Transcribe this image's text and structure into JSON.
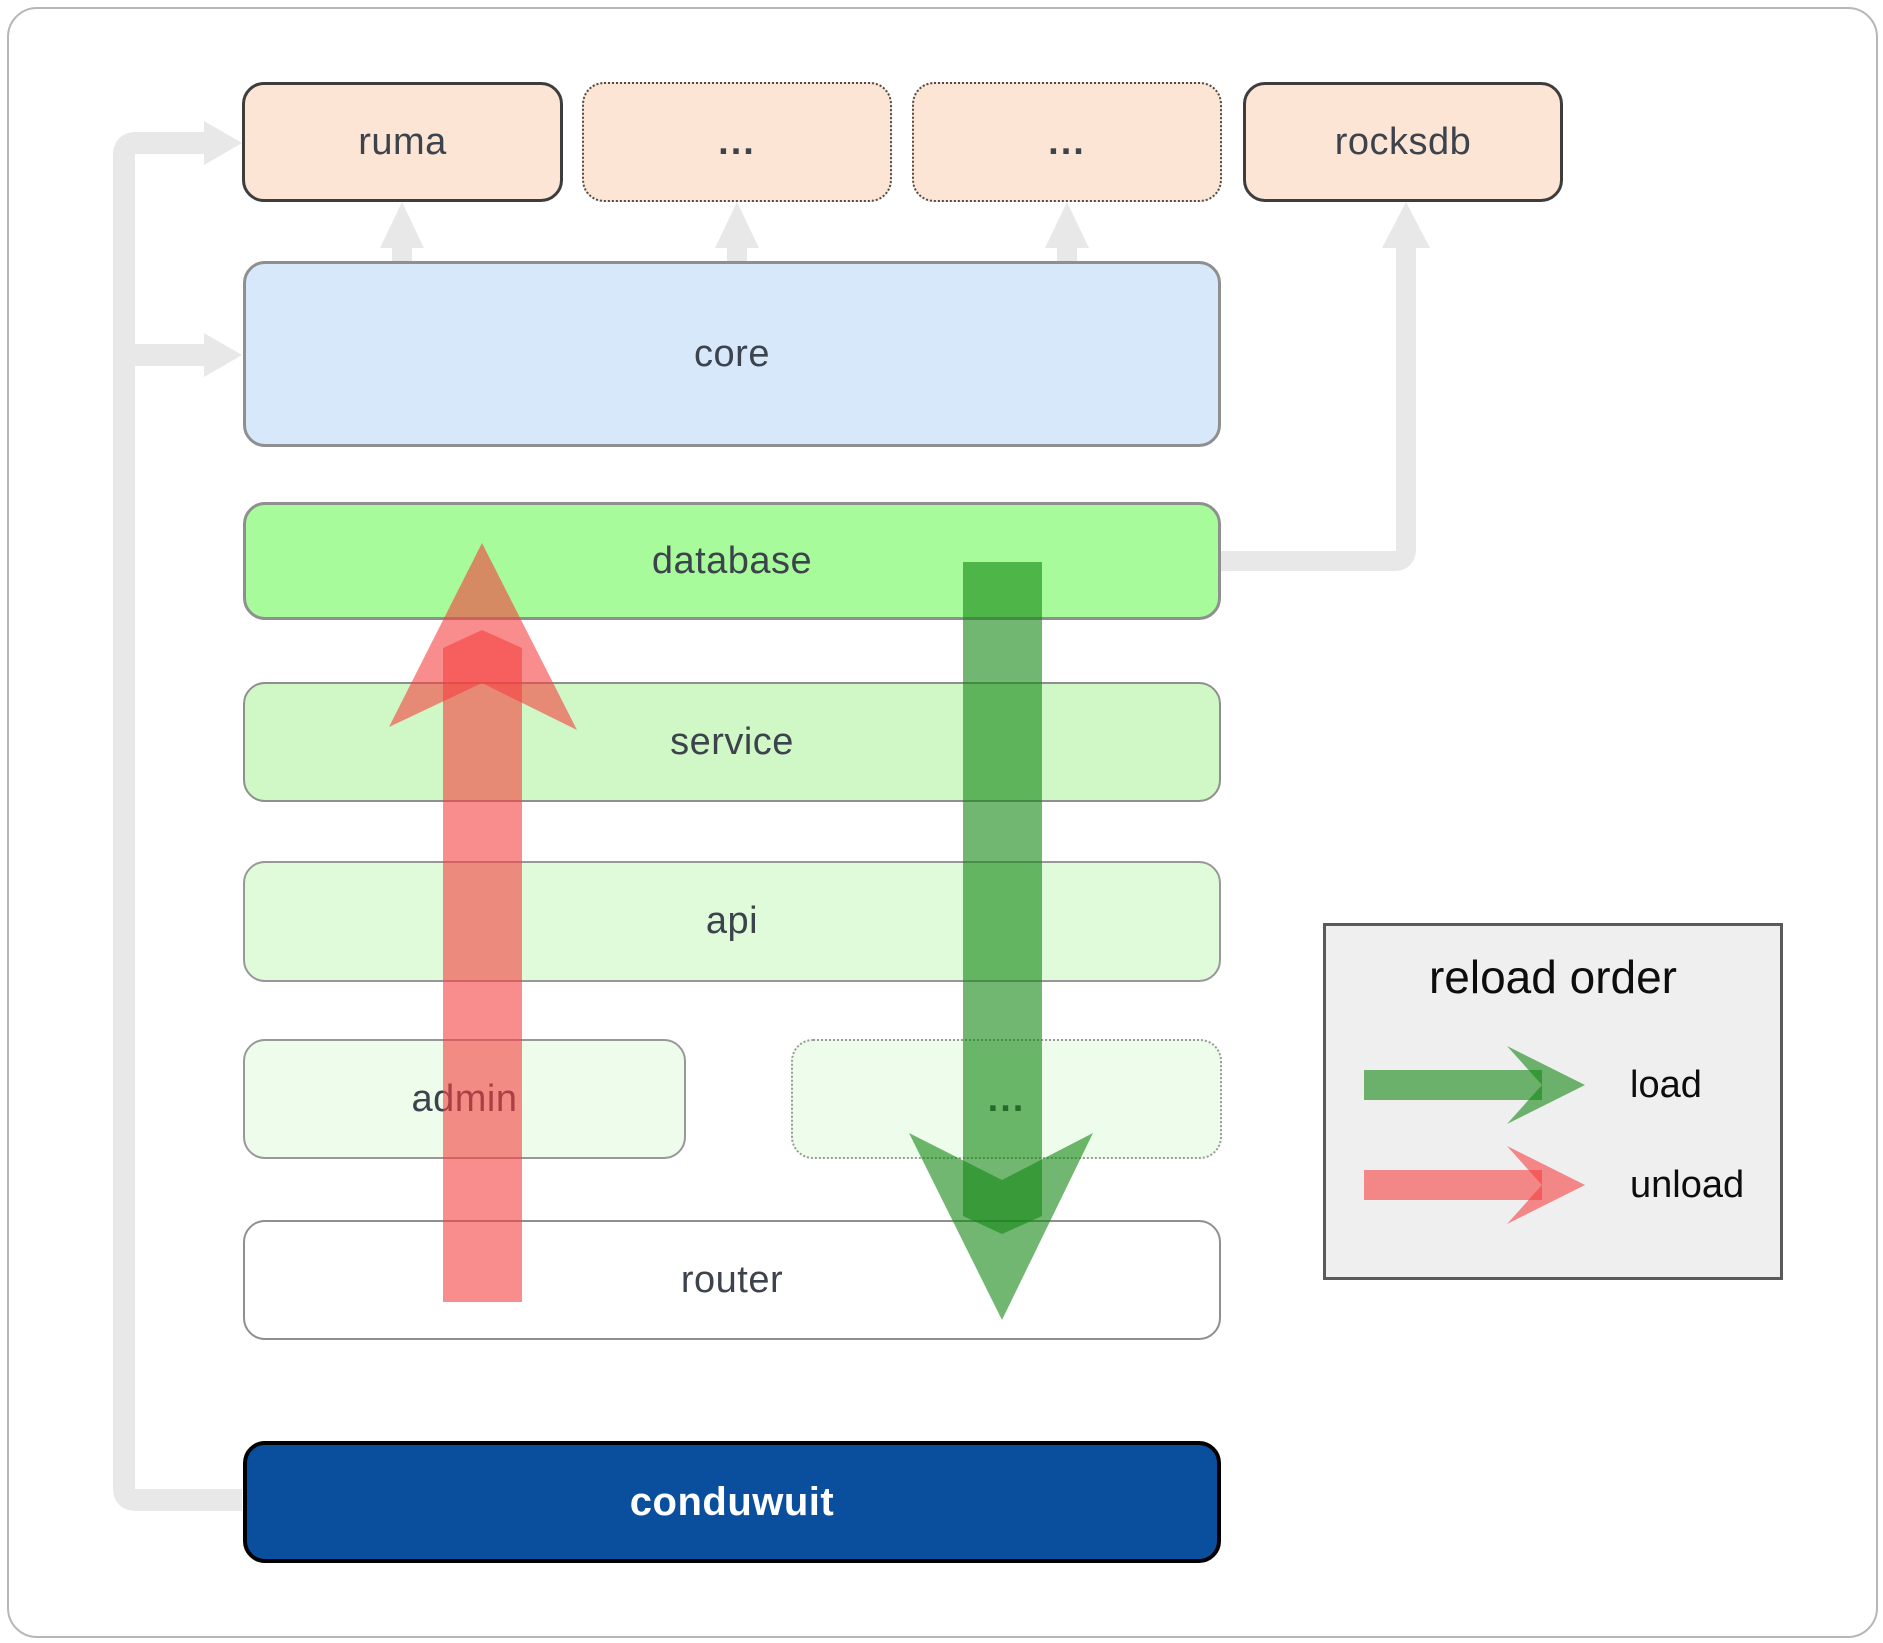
{
  "diagram": {
    "top_row": [
      {
        "label": "ruma"
      },
      {
        "label": "..."
      },
      {
        "label": "..."
      },
      {
        "label": "rocksdb"
      }
    ],
    "layers": {
      "core": "core",
      "database": "database",
      "service": "service",
      "api": "api",
      "admin": "admin",
      "ellipsis_bottom": "...",
      "router": "router",
      "conduwuit": "conduwuit"
    },
    "legend": {
      "title": "reload order",
      "items": [
        {
          "label": "load",
          "type": "load"
        },
        {
          "label": "unload",
          "type": "unload"
        }
      ]
    }
  },
  "colors": {
    "module-fill": "#fce5d4",
    "module-border": "#3d3d3d",
    "core-fill": "#d6e8fa",
    "database-fill": "#a8fb9b",
    "service-fill": "#d0f7c6",
    "api-fill": "#dffbd9",
    "admin-fill": "#eefdeb",
    "router-fill": "#ffffff",
    "conduwuit-fill": "#0a4f9e",
    "conduwuit-text": "#ffffff",
    "box-border": "#8f8f8f",
    "label-text": "#3d434c",
    "load-arrow": "#128712",
    "unload-arrow": "#f53f3f",
    "connector-gray": "#e8e8e8",
    "legend-fill": "#efefef",
    "legend-border": "#5a5a5a"
  }
}
